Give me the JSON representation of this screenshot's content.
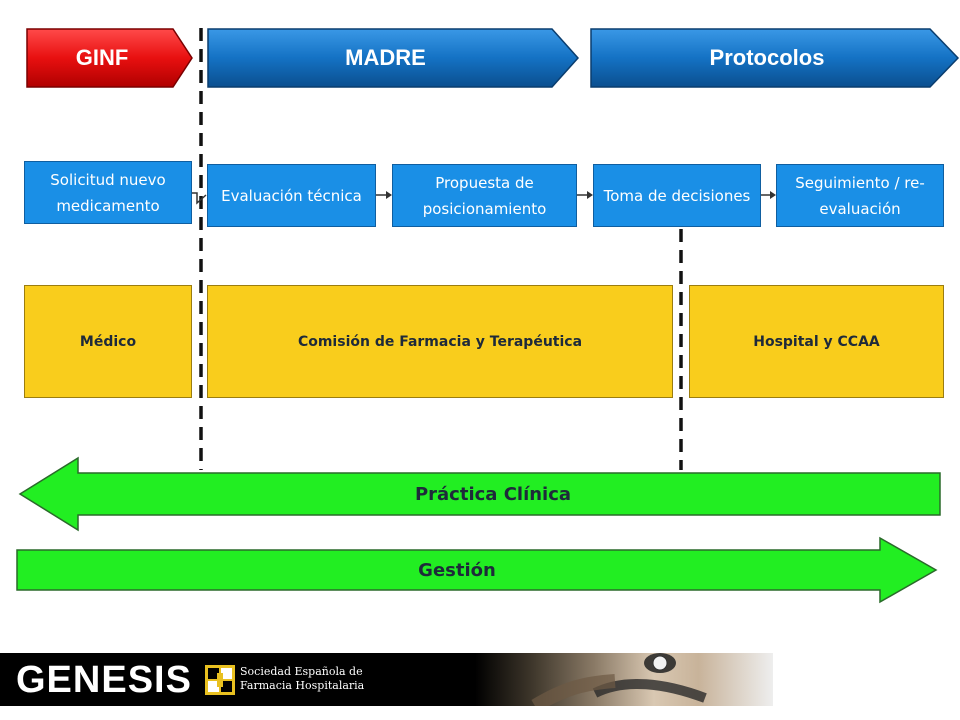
{
  "header": {
    "stages": [
      {
        "label": "GINF",
        "color": "#e81010"
      },
      {
        "label": "MADRE",
        "color": "#1472c4"
      },
      {
        "label": "Protocolos",
        "color": "#1472c4"
      }
    ]
  },
  "process_steps": [
    {
      "label": "Solicitud nuevo medicamento"
    },
    {
      "label": "Evaluación técnica"
    },
    {
      "label": "Propuesta de posicionamiento"
    },
    {
      "label": "Toma de decisiones"
    },
    {
      "label": "Seguimiento / re-evaluación"
    }
  ],
  "actors": [
    {
      "label": "Médico"
    },
    {
      "label": "Comisión de Farmacia y Terapéutica"
    },
    {
      "label": "Hospital y CCAA"
    }
  ],
  "arrows": {
    "left": {
      "label": "Práctica Clínica",
      "color": "#22ee22"
    },
    "right": {
      "label": "Gestión",
      "color": "#22ee22"
    }
  },
  "footer": {
    "brand": "GENESIS",
    "society_line1": "Sociedad Española de",
    "society_line2": "Farmacia Hospitalaria"
  }
}
